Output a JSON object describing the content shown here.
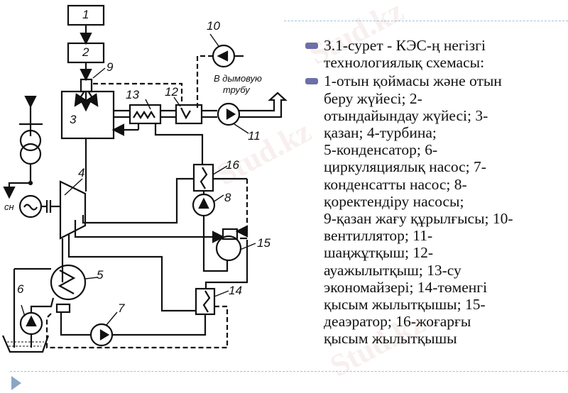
{
  "diagram": {
    "labels": {
      "n1": "1",
      "n2": "2",
      "n3": "3",
      "n4": "4",
      "n5": "5",
      "n6": "6",
      "n7": "7",
      "n8": "8",
      "n9": "9",
      "n10": "10",
      "n11": "11",
      "n12": "12",
      "n13": "13",
      "n14": "14",
      "n15": "15",
      "n16": "16",
      "chimney_line1": "В дымовую",
      "chimney_line2": "трубу",
      "aux": "сн"
    }
  },
  "text_panel": {
    "bullets": [
      {
        "lines": [
          "3.1-сурет - КЭС-ң негізгі",
          "технологиялық схемасы:"
        ]
      },
      {
        "lines": [
          "1-отын қоймасы және отын",
          "беру жүйесі; 2-",
          "отындайындау жүйесі; 3-",
          "қазан; 4-турбина;",
          "5-конденсатор; 6-",
          "циркуляциялық насос; 7-",
          "конденсатты насос; 8-",
          "қоректендіру насосы;",
          "9-қазан жағу құрылғысы; 10-",
          "вентиллятор; 11-",
          "шаңжұтқыш; 12-",
          "ауажылытқыш; 13-су",
          "экономайзері; 14-төменгі",
          "қысым жылытқышы; 15-",
          "деаэратор; 16-жоғарғы",
          "қысым жылытқышы"
        ]
      }
    ]
  },
  "watermark": "Stud.kz",
  "colors": {
    "bullet": "#6d6fa8",
    "dashed_rule": "#9cc3dc",
    "nav_arrow": "#8aa6c6",
    "text": "#111111"
  }
}
